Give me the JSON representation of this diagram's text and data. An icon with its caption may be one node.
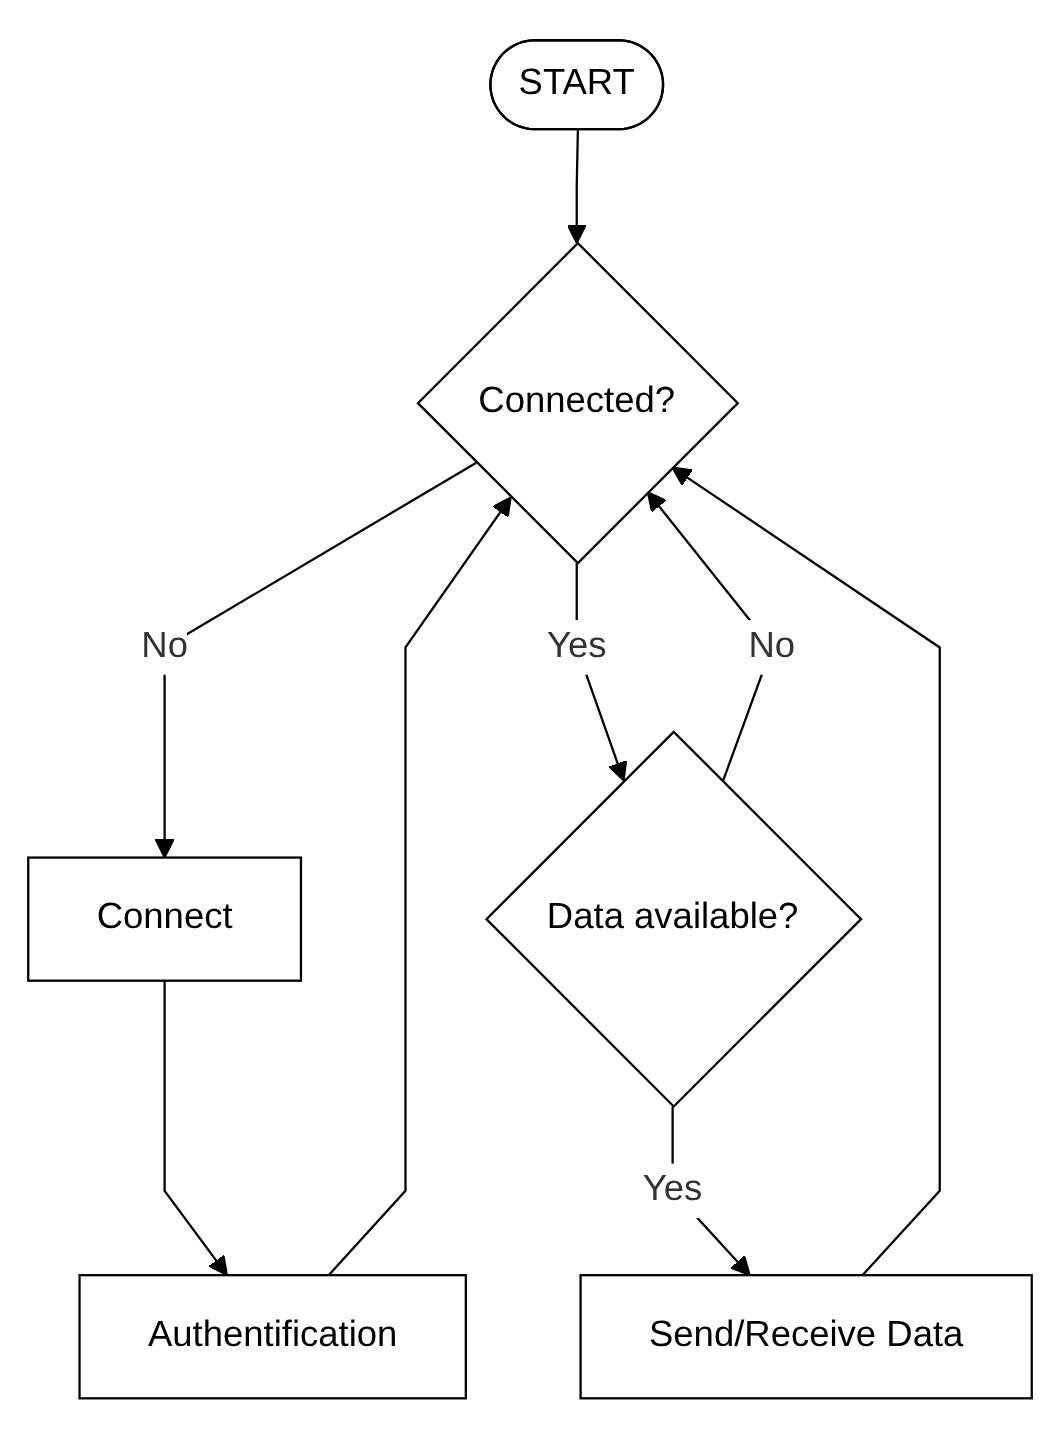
{
  "diagram": {
    "nodes": [
      {
        "text": [
          "START"
        ]
      },
      {
        "text": [
          "Connected?"
        ]
      },
      {
        "text": [
          "Connect"
        ]
      },
      {
        "text": [
          "Authentification"
        ]
      },
      {
        "text": [
          "Data available?"
        ]
      },
      {
        "text": [
          "Send/Receive Data"
        ]
      }
    ],
    "edges": [
      {
        "from": 0,
        "to": 1,
        "arrow": "to"
      },
      {
        "from": 1,
        "to": 2,
        "arrow": "to",
        "label": "No"
      },
      {
        "from": 2,
        "to": 3,
        "arrow": "to"
      },
      {
        "from": 3,
        "to": 1,
        "arrow": "to"
      },
      {
        "from": 1,
        "to": 4,
        "arrow": "to",
        "label": "Yes"
      },
      {
        "from": 4,
        "to": 1,
        "arrow": "to",
        "label": "No"
      },
      {
        "from": 4,
        "to": 5,
        "arrow": "to",
        "label": "Yes"
      },
      {
        "from": 5,
        "to": 1,
        "arrow": "to"
      }
    ]
  }
}
